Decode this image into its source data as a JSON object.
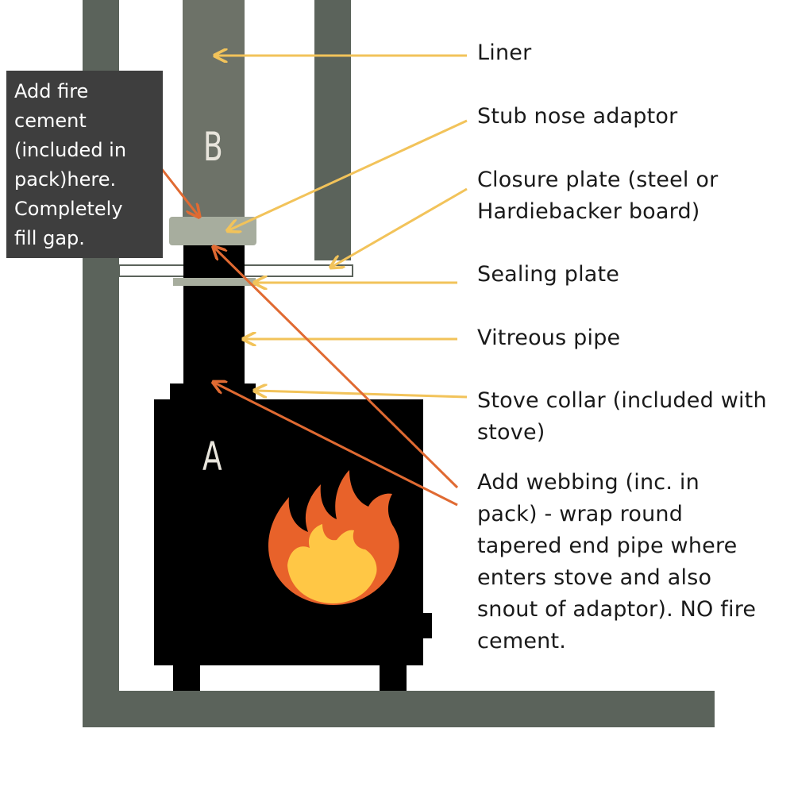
{
  "colors": {
    "wall": "#5b635b",
    "liner": "#6d7268",
    "adaptor": "#a7ad9e",
    "plate": "#ffffff",
    "stove": "#000000",
    "arrow_yellow": "#f2c35a",
    "arrow_orange": "#e06a32",
    "flame_outer": "#e8622a",
    "flame_inner": "#ffc745",
    "note_bg": "#3e3e3e"
  },
  "letters": {
    "liner_letter": "B",
    "stove_letter": "A"
  },
  "note": {
    "text": "Add fire\ncement\n(included in\npack)here.\nCompletely\nfill gap."
  },
  "labels": {
    "liner": "Liner",
    "stub_nose_adaptor": "Stub nose adaptor",
    "closure_plate": "Closure plate (steel or\nHardiebacker board)",
    "sealing_plate": "Sealing plate",
    "vitreous_pipe": "Vitreous pipe",
    "stove_collar": "Stove collar (included with\nstove)",
    "webbing": "Add webbing (inc. in\npack) - wrap round\ntapered end pipe where\nenters stove and also\nsnout of adaptor). NO fire\ncement."
  },
  "icons": {
    "flame": "flame-icon"
  }
}
